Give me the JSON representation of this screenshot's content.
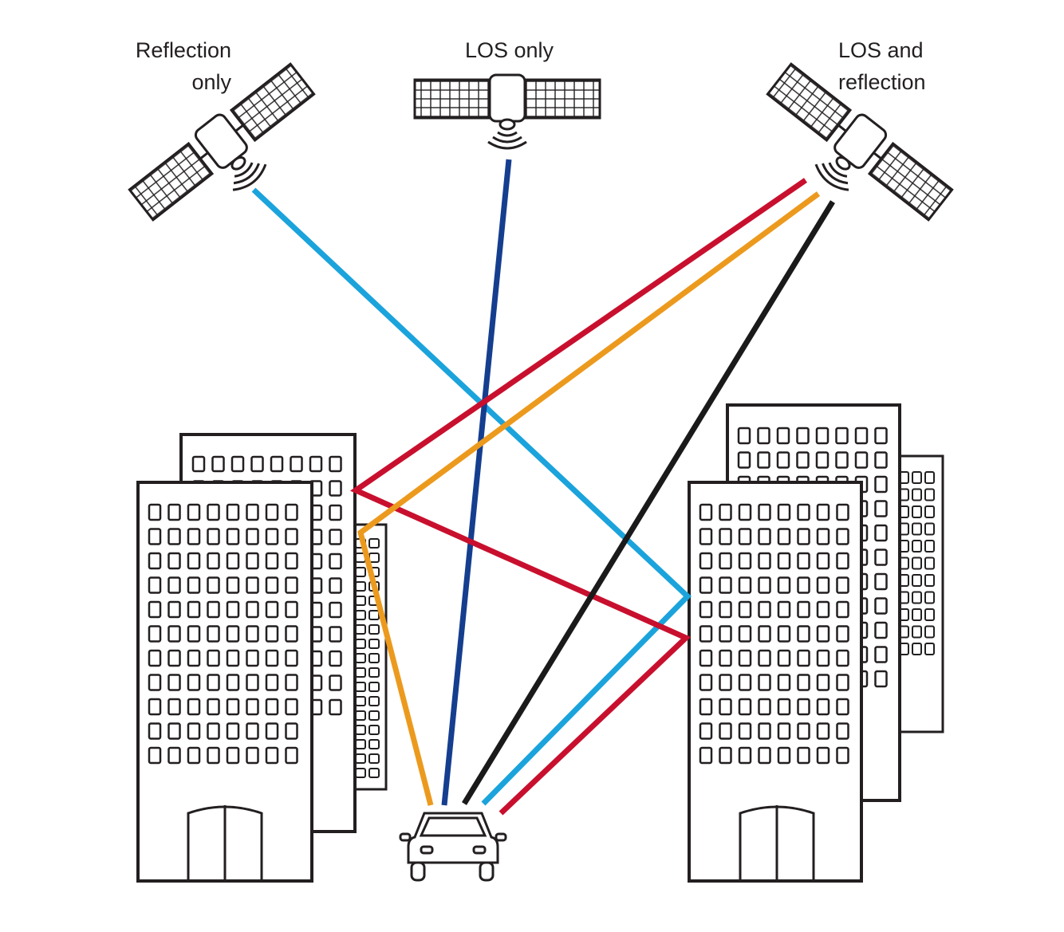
{
  "satellites": [
    {
      "id": "reflection-only",
      "label_lines": [
        "Reflection",
        "only"
      ]
    },
    {
      "id": "los-only",
      "label_lines": [
        "LOS only"
      ]
    },
    {
      "id": "los-and-reflection",
      "label_lines": [
        "LOS and",
        "reflection"
      ]
    }
  ],
  "colors": {
    "outline": "#231f20",
    "signal_cyan": "#1ba3dc",
    "signal_navy": "#153e8f",
    "signal_red": "#c8102e",
    "signal_orange": "#ec9a1e",
    "signal_black": "#1a1a1a"
  },
  "icons": [
    "satellite-icon",
    "building-icon",
    "car-icon"
  ]
}
